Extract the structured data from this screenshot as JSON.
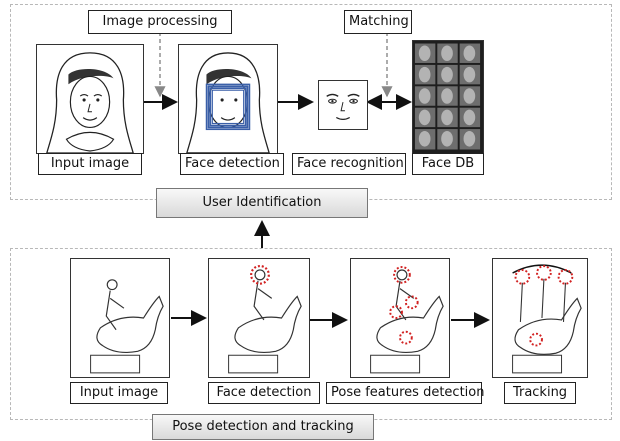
{
  "top": {
    "labels": {
      "image_processing": "Image processing",
      "matching": "Matching",
      "input_image": "Input image",
      "face_detection": "Face detection",
      "face_recognition": "Face recognition",
      "face_db": "Face DB"
    },
    "section_title": "User Identification"
  },
  "bottom": {
    "labels": {
      "input_image": "Input image",
      "face_detection": "Face detection",
      "pose_features": "Pose features detection",
      "tracking": "Tracking"
    },
    "section_title": "Pose detection and tracking"
  },
  "colors": {
    "face_box": "#3a5fa8",
    "feature_marker": "#d22222",
    "dashed_border": "#b8b8b8",
    "arrow": "#111111"
  },
  "icons": {
    "portrait": "woman-portrait-sketch",
    "face_crop": "cropped-face-sketch",
    "face_grid": "face-database-grid",
    "rider": "horse-rider-sketch",
    "marker": "dotted-circle-marker"
  }
}
